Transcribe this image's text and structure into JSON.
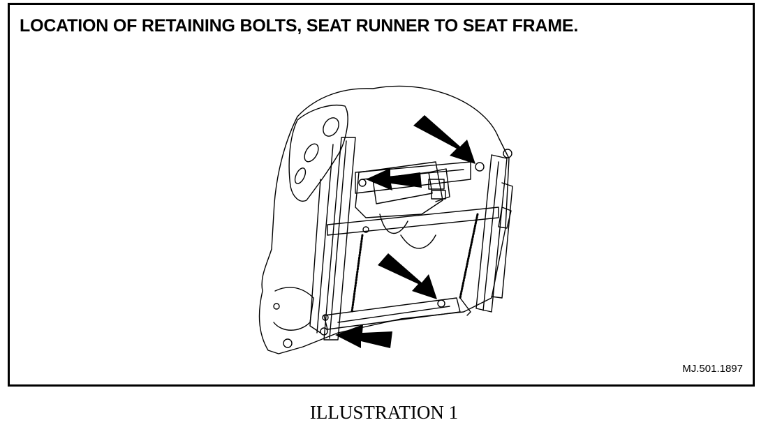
{
  "figure": {
    "title": "LOCATION OF RETAINING BOLTS, SEAT RUNNER TO SEAT FRAME.",
    "reference_code": "MJ.501.1897",
    "caption": "ILLUSTRATION 1",
    "arrow_count": 4
  },
  "colors": {
    "line": "#000000",
    "background": "#ffffff"
  }
}
